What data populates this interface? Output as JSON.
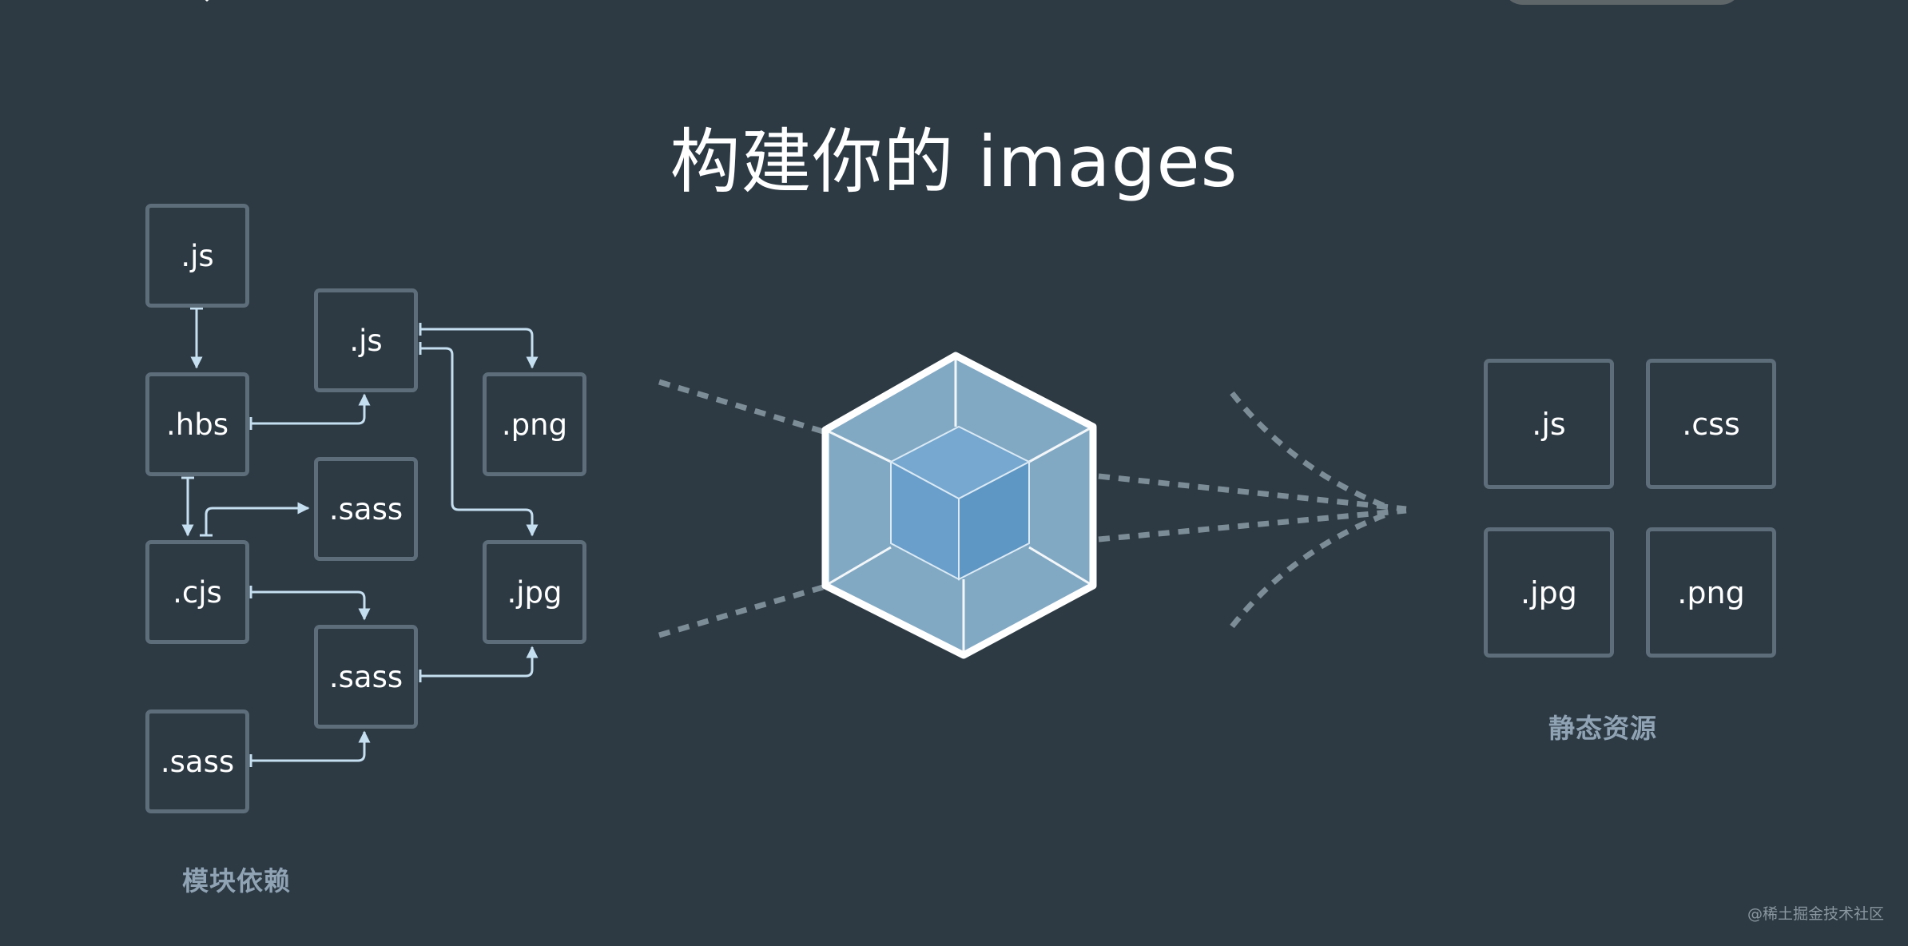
{
  "title": "构建你的 images",
  "module_graph": {
    "caption": "模块依赖",
    "nodes": [
      {
        "id": "js-1",
        "label": ".js"
      },
      {
        "id": "hbs",
        "label": ".hbs"
      },
      {
        "id": "cjs",
        "label": ".cjs"
      },
      {
        "id": "sass-1",
        "label": ".sass"
      },
      {
        "id": "js-2",
        "label": ".js"
      },
      {
        "id": "sass-2",
        "label": ".sass"
      },
      {
        "id": "sass-3",
        "label": ".sass"
      },
      {
        "id": "png",
        "label": ".png"
      },
      {
        "id": "jpg",
        "label": ".jpg"
      }
    ]
  },
  "bundler": {
    "icon": "webpack-cube-icon",
    "colors": {
      "outer": "#8ab3cf",
      "inner": "#5f97c4",
      "edge": "#ffffff"
    }
  },
  "static_assets": {
    "caption": "静态资源",
    "items": [
      ".js",
      ".css",
      ".jpg",
      ".png"
    ]
  },
  "colors": {
    "background": "#2d3a44",
    "box_border": "#5d6d79",
    "arrow": "#c5dff0",
    "dashed": "#7d8d97",
    "caption": "#8fa3b4"
  },
  "watermark": "@稀土掘金技术社区"
}
